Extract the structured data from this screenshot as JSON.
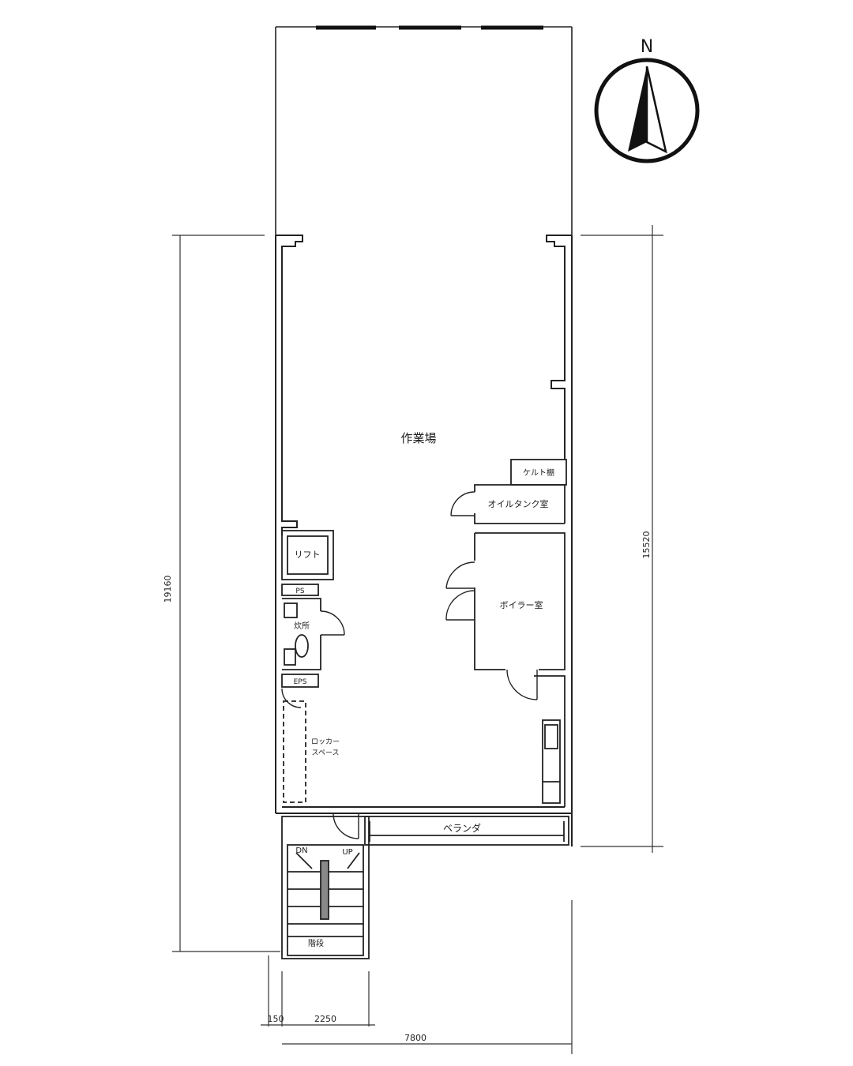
{
  "compass": {
    "letter": "N"
  },
  "rooms": {
    "workshop": "作業場",
    "shelf": "ケルト棚",
    "oil_tank_room": "オイルタンク室",
    "boiler_room": "ボイラー室",
    "lift": "リフト",
    "ps": "PS",
    "kitchen": "炊所",
    "eps": "EPS",
    "locker_space_1": "ロッカー",
    "locker_space_2": "スペース",
    "veranda": "ベランダ",
    "stair_dn": "DN",
    "stair_up": "UP",
    "stairs": "階段"
  },
  "dimensions": {
    "total_height": "19160",
    "building_height": "15520",
    "bottom_left": "150",
    "bottom_mid": "2250",
    "total_width": "7800"
  }
}
